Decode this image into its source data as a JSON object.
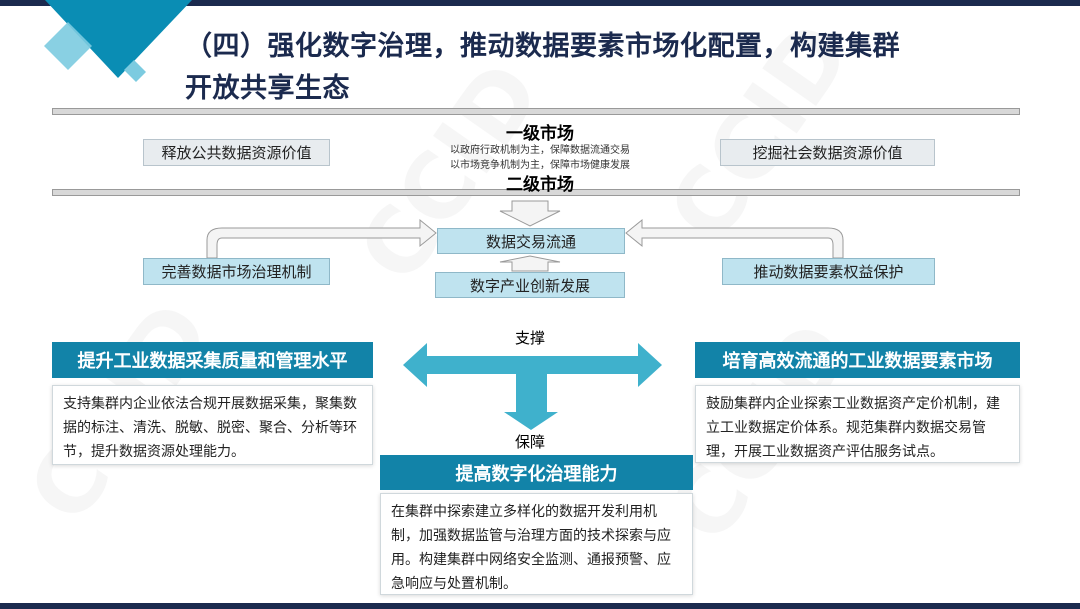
{
  "title": {
    "line1": "（四）强化数字治理，推动数据要素市场化配置，构建集群",
    "line2": "开放共享生态"
  },
  "watermark": "CCID",
  "market": {
    "primary": "一级市场",
    "desc1": "以政府行政机制为主，保障数据流通交易",
    "desc2": "以市场竞争机制为主，保障市场健康发展",
    "secondary": "二级市场",
    "left_box": "释放公共数据资源价值",
    "right_box": "挖掘社会数据资源价值"
  },
  "flow": {
    "center": "数据交易流通",
    "left": "完善数据市场治理机制",
    "right": "推动数据要素权益保护",
    "bottom": "数字产业创新发展"
  },
  "arrows": {
    "support": "支撑",
    "guarantee": "保障"
  },
  "panels": {
    "left": {
      "header": "提升工业数据采集质量和管理水平",
      "body": "支持集群内企业依法合规开展数据采集，聚集数据的标注、清洗、脱敏、脱密、聚合、分析等环节，提升数据资源处理能力。"
    },
    "right": {
      "header": "培育高效流通的工业数据要素市场",
      "body": "鼓励集群内企业探索工业数据资产定价机制，建立工业数据定价体系。规范集群内数据交易管理，开展工业数据资产评估服务试点。"
    },
    "center": {
      "header": "提高数字化治理能力",
      "body": "在集群中探索建立多样化的数据开发利用机制，加强数据监管与治理方面的技术探索与应用。构建集群中网络安全监测、通报预警、应急响应与处置机制。"
    }
  },
  "colors": {
    "navy": "#1b2a4e",
    "teal": "#1283a8",
    "arrow": "#3fb1cc"
  }
}
